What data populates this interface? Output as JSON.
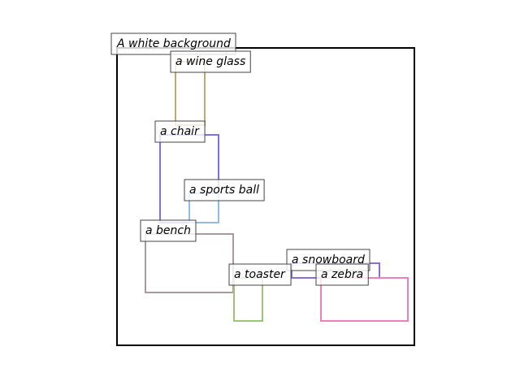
{
  "scene": {
    "background_label": "A white background",
    "frame_color": "#000000"
  },
  "objects": [
    {
      "label": "a wine glass",
      "color": "#c2aa6e"
    },
    {
      "label": "a chair",
      "color": "#7b73e3"
    },
    {
      "label": "a sports ball",
      "color": "#8fbbe8"
    },
    {
      "label": "a bench",
      "color": "#a89b9f"
    },
    {
      "label": "a snowboard",
      "color": "#8a6fd0"
    },
    {
      "label": "a toaster",
      "color": "#9dc57a"
    },
    {
      "label": "a zebra",
      "color": "#ec80bf"
    }
  ]
}
